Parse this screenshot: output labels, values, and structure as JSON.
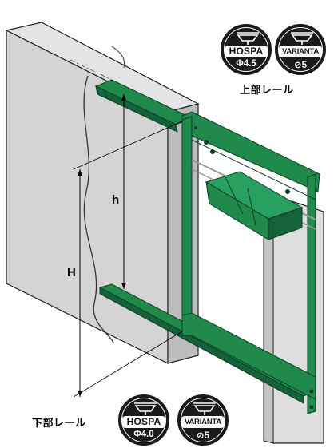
{
  "dimensions": {
    "small_h": "h",
    "large_h": "H"
  },
  "top_rail": {
    "label": "上部レール",
    "badges": [
      {
        "brand": "HOSPA",
        "spec": "Φ4.5",
        "icon": "screw-head-icon"
      },
      {
        "brand": "VARIANTA",
        "spec": "⊘5",
        "icon": "screw-head-icon"
      }
    ]
  },
  "bottom_rail": {
    "label": "下部レール",
    "badges": [
      {
        "brand": "HOSPA",
        "spec": "Φ4.0",
        "icon": "screw-head-icon"
      },
      {
        "brand": "VARIANTA",
        "spec": "⊘5",
        "icon": "screw-head-icon"
      }
    ]
  },
  "colors": {
    "rail": "#1f8a4c",
    "rail_dark": "#14613a",
    "cabinet": "#d2d2d2",
    "cabinet_shade": "#bdbdbd",
    "panel": "#dcdcdc"
  }
}
